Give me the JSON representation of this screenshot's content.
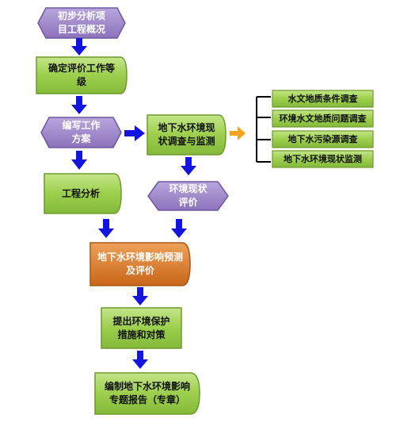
{
  "colors": {
    "green_node": "#9ccf4c",
    "green_border": "#6e9a2a",
    "purple_node": "#9b83c6",
    "purple_border": "#6f56a0",
    "orange_node": "#d97a26",
    "orange_border": "#a85812",
    "arrow_blue": "#1414e0",
    "arrow_orange": "#f6a21c",
    "bracket": "#000000"
  },
  "nodes": {
    "overview": "初步分析项\n目工程概况",
    "grade": "确定评价工作等\n级",
    "plan": "编写工作\n方案",
    "engineering_analysis": "工程分析",
    "groundwater_survey": "地下水环境现\n状调查与监测",
    "status_evaluation": "环境现状\n评价",
    "prediction": "地下水环境影响预测\n及评价",
    "measures": "提出环境保护\n措施和对策",
    "report": "编制地下水环境影响\n专题报告（专章）"
  },
  "survey_items": [
    "水文地质条件调查",
    "环境水文地质问题调查",
    "地下水污染源调查",
    "地下水环境现状监测"
  ]
}
